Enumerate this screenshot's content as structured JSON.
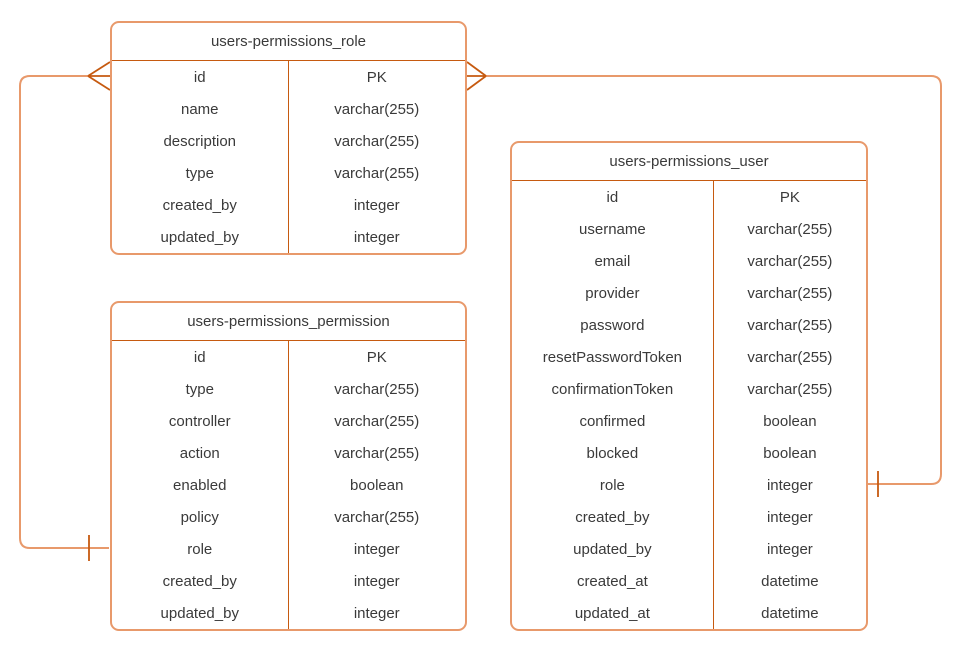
{
  "diagram": {
    "type": "entity-relationship-diagram",
    "background_color": "#ffffff",
    "table_border_color": "#E8996B",
    "divider_color": "#C65A10",
    "connector_color": "#E8996B",
    "marker_color": "#C65A10",
    "text_color": "#3a3a3a",
    "tables": [
      {
        "id": "role",
        "title": "users-permissions_role",
        "rows": [
          {
            "field": "id",
            "type": "PK"
          },
          {
            "field": "name",
            "type": "varchar(255)"
          },
          {
            "field": "description",
            "type": "varchar(255)"
          },
          {
            "field": "type",
            "type": "varchar(255)"
          },
          {
            "field": "created_by",
            "type": "integer"
          },
          {
            "field": "updated_by",
            "type": "integer"
          }
        ]
      },
      {
        "id": "permission",
        "title": "users-permissions_permission",
        "rows": [
          {
            "field": "id",
            "type": "PK"
          },
          {
            "field": "type",
            "type": "varchar(255)"
          },
          {
            "field": "controller",
            "type": "varchar(255)"
          },
          {
            "field": "action",
            "type": "varchar(255)"
          },
          {
            "field": "enabled",
            "type": "boolean"
          },
          {
            "field": "policy",
            "type": "varchar(255)"
          },
          {
            "field": "role",
            "type": "integer"
          },
          {
            "field": "created_by",
            "type": "integer"
          },
          {
            "field": "updated_by",
            "type": "integer"
          }
        ]
      },
      {
        "id": "user",
        "title": "users-permissions_user",
        "rows": [
          {
            "field": "id",
            "type": "PK"
          },
          {
            "field": "username",
            "type": "varchar(255)"
          },
          {
            "field": "email",
            "type": "varchar(255)"
          },
          {
            "field": "provider",
            "type": "varchar(255)"
          },
          {
            "field": "password",
            "type": "varchar(255)"
          },
          {
            "field": "resetPasswordToken",
            "type": "varchar(255)"
          },
          {
            "field": "confirmationToken",
            "type": "varchar(255)"
          },
          {
            "field": "confirmed",
            "type": "boolean"
          },
          {
            "field": "blocked",
            "type": "boolean"
          },
          {
            "field": "role",
            "type": "integer"
          },
          {
            "field": "created_by",
            "type": "integer"
          },
          {
            "field": "updated_by",
            "type": "integer"
          },
          {
            "field": "created_at",
            "type": "datetime"
          },
          {
            "field": "updated_at",
            "type": "datetime"
          }
        ]
      }
    ],
    "relationships": [
      {
        "from": "users-permissions_role.id",
        "to": "users-permissions_permission.role",
        "from_cardinality": "many",
        "to_cardinality": "one"
      },
      {
        "from": "users-permissions_role.id",
        "to": "users-permissions_user.role",
        "from_cardinality": "many",
        "to_cardinality": "one"
      }
    ]
  }
}
